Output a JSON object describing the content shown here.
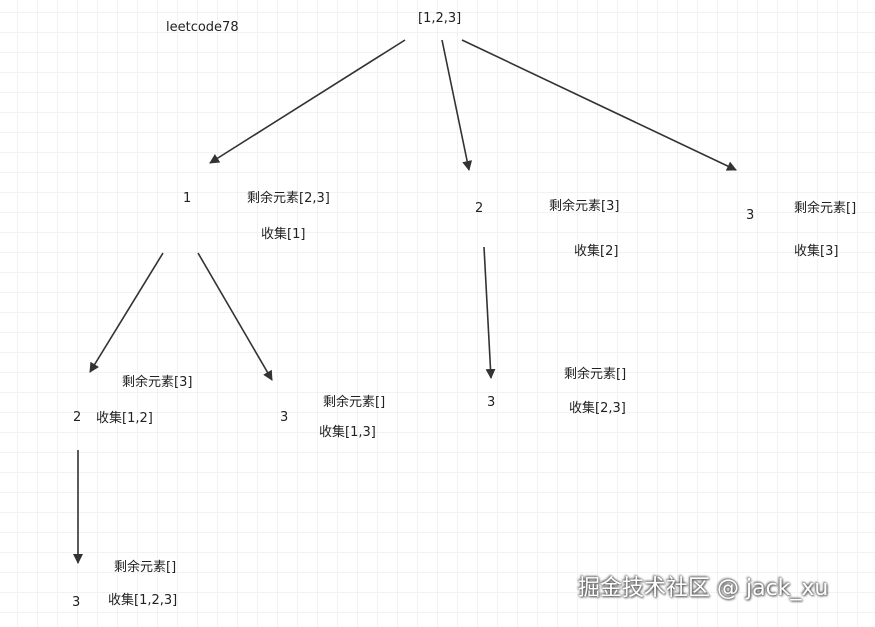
{
  "title": "leetcode78",
  "root": {
    "label": "[1,2,3]"
  },
  "nodes": [
    {
      "id": "n1",
      "label": "1",
      "remaining": "剩余元素[2,3]",
      "collected": "收集[1]"
    },
    {
      "id": "n2",
      "label": "2",
      "remaining": "剩余元素[3]",
      "collected": "收集[2]"
    },
    {
      "id": "n3",
      "label": "3",
      "remaining": "剩余元素[]",
      "collected": "收集[3]"
    },
    {
      "id": "n12",
      "label": "2",
      "remaining": "剩余元素[3]",
      "collected": "收集[1,2]"
    },
    {
      "id": "n13",
      "label": "3",
      "remaining": "剩余元素[]",
      "collected": "收集[1,3]"
    },
    {
      "id": "n23",
      "label": "3",
      "remaining": "剩余元素[]",
      "collected": "收集[2,3]"
    },
    {
      "id": "n123",
      "label": "3",
      "remaining": "剩余元素[]",
      "collected": "收集[1,2,3]"
    }
  ],
  "edges": [
    {
      "from": "root",
      "to": "n1"
    },
    {
      "from": "root",
      "to": "n2"
    },
    {
      "from": "root",
      "to": "n3"
    },
    {
      "from": "n1",
      "to": "n12"
    },
    {
      "from": "n1",
      "to": "n13"
    },
    {
      "from": "n2",
      "to": "n23"
    },
    {
      "from": "n12",
      "to": "n123"
    }
  ],
  "colors": {
    "edge": "#333333",
    "text": "#222222",
    "grid": "#e6e6e6"
  },
  "watermark": "掘金技术社区 @ jack_xu"
}
